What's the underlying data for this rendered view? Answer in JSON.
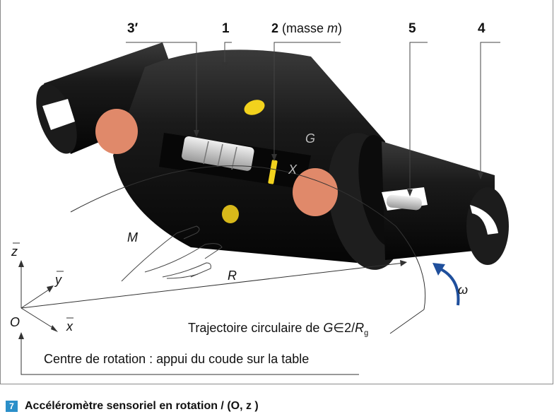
{
  "labels": {
    "l3p": "3′",
    "l1": "1",
    "l2": "2",
    "l2_suffix_open": "(masse ",
    "l2_m": "m",
    "l2_suffix_close": ")",
    "l5": "5",
    "l4": "4",
    "G": "G",
    "X": "X",
    "M": "M",
    "R": "R",
    "omega": "ω",
    "z": "z",
    "y": "y",
    "x": "x",
    "O": "O",
    "trajectoire": "Trajectoire circulaire de ",
    "traj_G": "G",
    "traj_in": "∈",
    "traj_2": "2/",
    "traj_R": "R",
    "traj_sub": "g",
    "centre": "Centre de rotation : appui du coude sur la table"
  },
  "caption": {
    "number": "7",
    "text": "Accéléromètre sensoriel en rotation / (O, z )"
  },
  "colors": {
    "body": "#141414",
    "pads": "#e0896a",
    "dots": "#f2d21d",
    "omega_arrow": "#1f4f9c",
    "badge": "#2b8fc9"
  }
}
